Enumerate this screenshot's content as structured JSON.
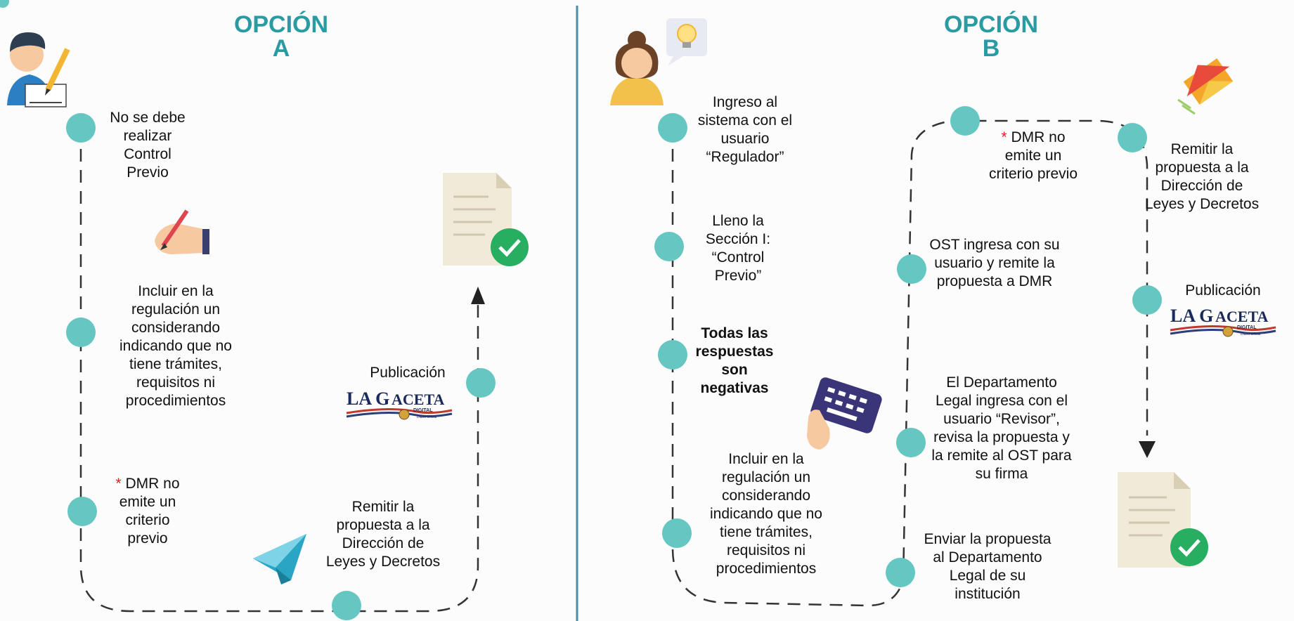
{
  "colors": {
    "teal": "#66c6c1",
    "title": "#2a9aa3",
    "dash": "#333333",
    "asterisk": "#e0201e",
    "check": "#27ae60"
  },
  "icons": [
    "user-writing-icon",
    "woman-idea-icon",
    "document-check-icon",
    "hand-pen-icon",
    "paper-plane-icon",
    "keyboard-hand-icon",
    "envelope-icon",
    "gaceta-logo"
  ],
  "option_a": {
    "title_line1": "OPCIÓN",
    "title_line2": "A",
    "steps": {
      "s1": "No se debe realizar Control Previo",
      "s2": "Incluir en la regulación un considerando indicando que no tiene trámites, requisitos ni procedimientos",
      "s3_mark": "*",
      "s3": "DMR no emite un criterio previo",
      "s4": "Remitir la propuesta a la Dirección de Leyes y Decretos",
      "s5": "Publicación"
    }
  },
  "option_b": {
    "title_line1": "OPCIÓN",
    "title_line2": "B",
    "steps": {
      "s1": "Ingreso al sistema con el usuario “Regulador”",
      "s2": "Lleno la Sección I: “Control Previo”",
      "s3": "Todas las respuestas son negativas",
      "s4": "Incluir en la regulación un considerando indicando que no tiene trámites, requisitos ni procedimientos",
      "s5": "Enviar la propuesta al Departamento Legal de su institución",
      "s6": "El Departamento Legal ingresa con el usuario “Revisor”, revisa la propuesta y la remite al OST para su firma",
      "s7": "OST ingresa con su usuario y remite la propuesta a DMR",
      "s8_mark": "*",
      "s8": "DMR no emite un criterio previo",
      "s9": "Remitir la propuesta a la Dirección de Leyes y Decretos",
      "s10": "Publicación"
    }
  },
  "gaceta": {
    "name": "LA GACETA",
    "sub": "DIGITAL",
    "tag": "Diario Oficial"
  }
}
